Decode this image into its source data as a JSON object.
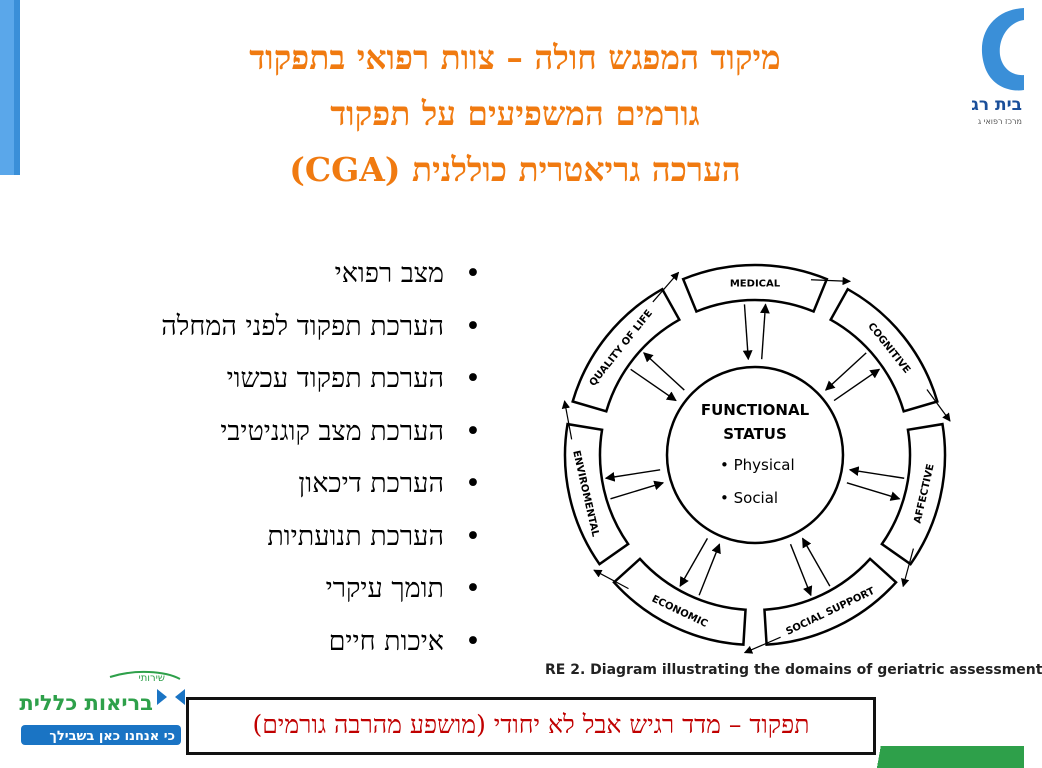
{
  "title": {
    "line1": "מיקוד המפגש חולה – צוות רפואי בתפקוד",
    "line2": "גורמים המשפיעים על תפקוד",
    "line3": "הערכה גריאטרית כוללנית (CGA)"
  },
  "bullets": [
    "מצב רפואי",
    "הערכת תפקוד לפני המחלה",
    "הערכת תפקוד עכשוי",
    "הערכת מצב קוגניטיבי",
    "הערכת דיכאון",
    "הערכת תנועתיות",
    "תומך עיקרי",
    "איכות חיים"
  ],
  "diagram": {
    "center_title_1": "FUNCTIONAL",
    "center_title_2": "STATUS",
    "center_item_1": "• Physical",
    "center_item_2": "• Social",
    "segments": [
      "MEDICAL",
      "COGNITIVE",
      "AFFECTIVE",
      "SOCIAL SUPPORT",
      "ECONOMIC",
      "ENVIROMENTAL",
      "QUALITY OF LIFE"
    ]
  },
  "caption_fragment": "RE 2. Diagram illustrating the domains of geriatric assessment",
  "bottom_box": "תפקוד – מדד רגיש אבל לא יחודי (מושפע מהרבה גורמים)",
  "logo_top": {
    "text": "בית רג",
    "subtext": "מרכז רפואי ג"
  },
  "logo_bottom": {
    "small": "שירותי",
    "brand": "בריאות כללית",
    "slogan": "כי אנחנו כאן בשבילך"
  },
  "colors": {
    "title": "#f07a10",
    "bottom_text": "#c00000",
    "accent_blue": "#3a8fd8",
    "green": "#2ea04a"
  }
}
